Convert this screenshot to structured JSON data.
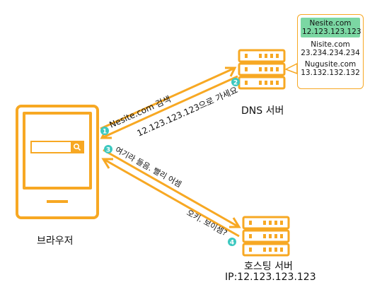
{
  "browser": {
    "label": "브라우저"
  },
  "dns_server": {
    "label": "DNS 서버",
    "records": [
      {
        "domain": "Nesite.com",
        "ip": "12.123.123.123",
        "highlighted": true
      },
      {
        "domain": "Nisite.com",
        "ip": "23.234.234.234",
        "highlighted": false
      },
      {
        "domain": "Nugusite.com",
        "ip": "13.132.132.132",
        "highlighted": false
      }
    ]
  },
  "hosting_server": {
    "label": "호스팅 서버",
    "ip_label": "IP:12.123.123.123"
  },
  "steps": [
    {
      "num": "1",
      "text": "Nesite.com 검색"
    },
    {
      "num": "2",
      "text": "12.123.123.123으로 가세요"
    },
    {
      "num": "3",
      "text": "여기라 들음. 빨리 어셈"
    },
    {
      "num": "4",
      "text": "오키. 보이셈?"
    }
  ],
  "colors": {
    "accent": "#f7a823",
    "step_badge": "#3cc8c0",
    "highlight": "#7bd7a3"
  }
}
